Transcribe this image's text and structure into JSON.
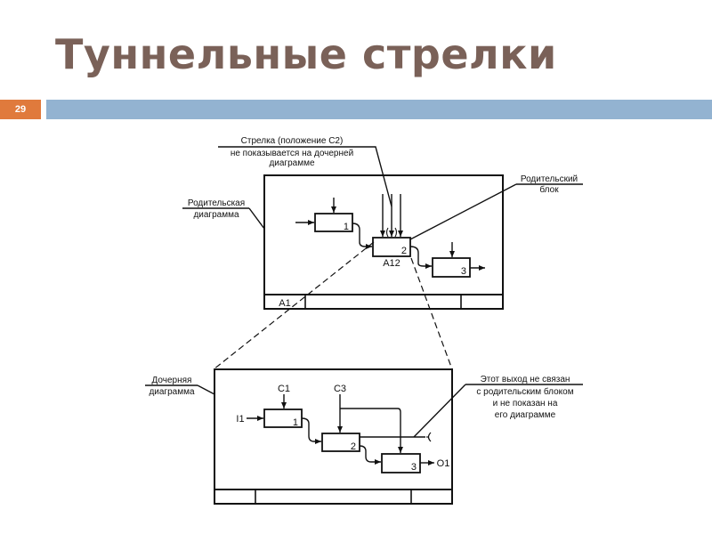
{
  "slide": {
    "title": "Туннельные стрелки",
    "page_number": "29",
    "colors": {
      "title": "#7a6158",
      "page_badge": "#e07a3c",
      "header_bar": "#93b3d1"
    }
  },
  "diagram": {
    "annotations": {
      "arrow_c2_line1": "Стрелка (положение С2)",
      "arrow_c2_line2": "не показывается на дочерней",
      "arrow_c2_line3": "диаграмме",
      "parent_diagram_line1": "Родительская",
      "parent_diagram_line2": "диаграмма",
      "parent_block_line1": "Родительский",
      "parent_block_line2": "блок",
      "child_diagram_line1": "Дочерняя",
      "child_diagram_line2": "диаграмма",
      "unconnected_output_line1": "Этот выход не связан",
      "unconnected_output_line2": "с родительским блоком",
      "unconnected_output_line3": "и не показан на",
      "unconnected_output_line4": "его диаграмме"
    },
    "parent": {
      "blocks": [
        "1",
        "2",
        "3"
      ],
      "block2_node": "A12",
      "node_label": "A1"
    },
    "child": {
      "blocks": [
        "1",
        "2",
        "3"
      ],
      "labels": {
        "c1": "C1",
        "c3": "C3",
        "i1": "I1",
        "o1": "O1"
      }
    }
  }
}
